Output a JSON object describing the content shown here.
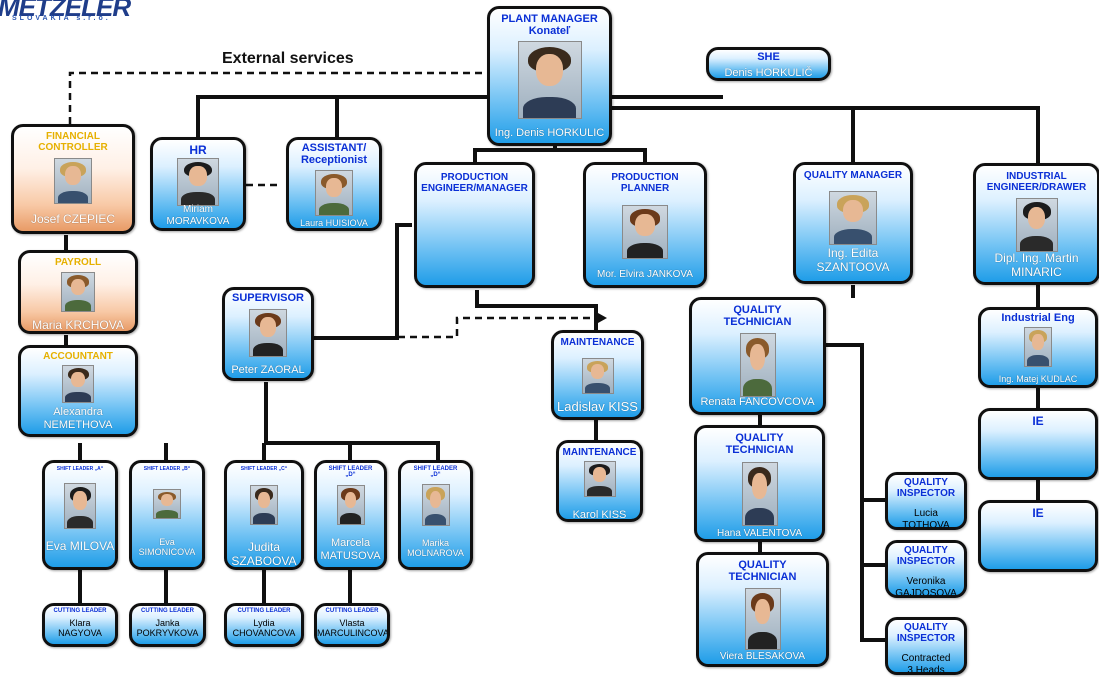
{
  "logo": {
    "name": "METZELER",
    "sub": "SLOVAKIA s.r.o."
  },
  "external_services": "External services",
  "colors": {
    "title": "#0a2fd6",
    "title_yellow": "#e6b000",
    "box_blue": "#28a3ec",
    "box_orange": "#e89b66",
    "line": "#101010"
  },
  "nodes": [
    {
      "id": "plant_manager",
      "title": "PLANT MANAGER\nKonateľ",
      "name": "Ing. Denis HORKULIC",
      "photo": true
    },
    {
      "id": "she",
      "title": "SHE",
      "name": "Denis HORKULIČ",
      "photo": false
    },
    {
      "id": "financial_controller",
      "title": "FINANCIAL\nCONTROLLER",
      "name": "Josef CZEPIEC",
      "photo": true
    },
    {
      "id": "hr",
      "title": "HR",
      "name": "Miriam\nMORAVKOVA",
      "photo": true
    },
    {
      "id": "assistant",
      "title": "ASSISTANT/\nReceptionist",
      "name": "Laura HUISIOVA",
      "photo": true
    },
    {
      "id": "production_engineer",
      "title": "PRODUCTION\nENGINEER/MANAGER",
      "name": "",
      "photo": false
    },
    {
      "id": "production_planner",
      "title": "PRODUCTION\nPLANNER",
      "name": "Mor. Elvira JANKOVA",
      "photo": true
    },
    {
      "id": "quality_manager",
      "title": "QUALITY MANAGER",
      "name": "Ing. Edita\nSZANTOOVA",
      "photo": true
    },
    {
      "id": "industrial_engineer",
      "title": "INDUSTRIAL\nENGINEER/DRAWER",
      "name": "Dipl. Ing. Martin\nMINARIC",
      "photo": true
    },
    {
      "id": "payroll",
      "title": "PAYROLL",
      "name": "Maria KRCHOVA",
      "photo": true
    },
    {
      "id": "accountant",
      "title": "ACCOUNTANT",
      "name": "Alexandra\nNEMETHOVA",
      "photo": true
    },
    {
      "id": "supervisor",
      "title": "SUPERVISOR",
      "name": "Peter ZAORAL",
      "photo": true
    },
    {
      "id": "maintenance1",
      "title": "MAINTENANCE",
      "name": "Ladislav KISS",
      "photo": true
    },
    {
      "id": "maintenance2",
      "title": "MAINTENANCE",
      "name": "Karol KISS",
      "photo": true
    },
    {
      "id": "qt1",
      "title": "QUALITY\nTECHNICIAN",
      "name": "Renata FANCOVCOVA",
      "photo": true
    },
    {
      "id": "qt2",
      "title": "QUALITY\nTECHNICIAN",
      "name": "Hana VALENTOVA",
      "photo": true
    },
    {
      "id": "qt3",
      "title": "QUALITY\nTECHNICIAN",
      "name": "Viera BLESAKOVA",
      "photo": true
    },
    {
      "id": "industrial_eng",
      "title": "Industrial Eng",
      "name": "Ing. Matej KUDLAC",
      "photo": true
    },
    {
      "id": "ie1",
      "title": "IE",
      "name": "",
      "photo": false
    },
    {
      "id": "ie2",
      "title": "IE",
      "name": "",
      "photo": false
    },
    {
      "id": "qi1",
      "title": "QUALITY\nINSPECTOR",
      "name": "Lucia\nTOTHOVA",
      "photo": false
    },
    {
      "id": "qi2",
      "title": "QUALITY\nINSPECTOR",
      "name": "Veronika\nGAJDOSOVA",
      "photo": false
    },
    {
      "id": "qi3",
      "title": "QUALITY\nINSPECTOR",
      "name": "Contracted\n3 Heads",
      "photo": false
    },
    {
      "id": "sl_a",
      "title": "SHIFT LEADER „A“",
      "name": "Eva MILOVA",
      "photo": true
    },
    {
      "id": "sl_b",
      "title": "SHIFT LEADER „B“",
      "name": "Eva\nSIMONICOVA",
      "photo": true
    },
    {
      "id": "sl_c",
      "title": "SHIFT LEADER „C“",
      "name": "Judita\nSZABOOVA",
      "photo": true
    },
    {
      "id": "sl_d1",
      "title": "SHIFT LEADER\n„D“",
      "name": "Marcela\nMATUSOVA",
      "photo": true
    },
    {
      "id": "sl_d2",
      "title": "SHIFT LEADER\n„D“",
      "name": "Marika\nMOLNAROVA",
      "photo": true
    },
    {
      "id": "cl1",
      "title": "CUTTING LEADER",
      "name": "Klara\nNAGYOVA",
      "photo": false
    },
    {
      "id": "cl2",
      "title": "CUTTING LEADER",
      "name": "Janka\nPOKRYVKOVA",
      "photo": false
    },
    {
      "id": "cl3",
      "title": "CUTTING LEADER",
      "name": "Lydia\nCHOVANCOVA",
      "photo": false
    },
    {
      "id": "cl4",
      "title": "CUTTING LEADER",
      "name": "Vlasta\nMARCULINCOVA",
      "photo": false
    }
  ]
}
